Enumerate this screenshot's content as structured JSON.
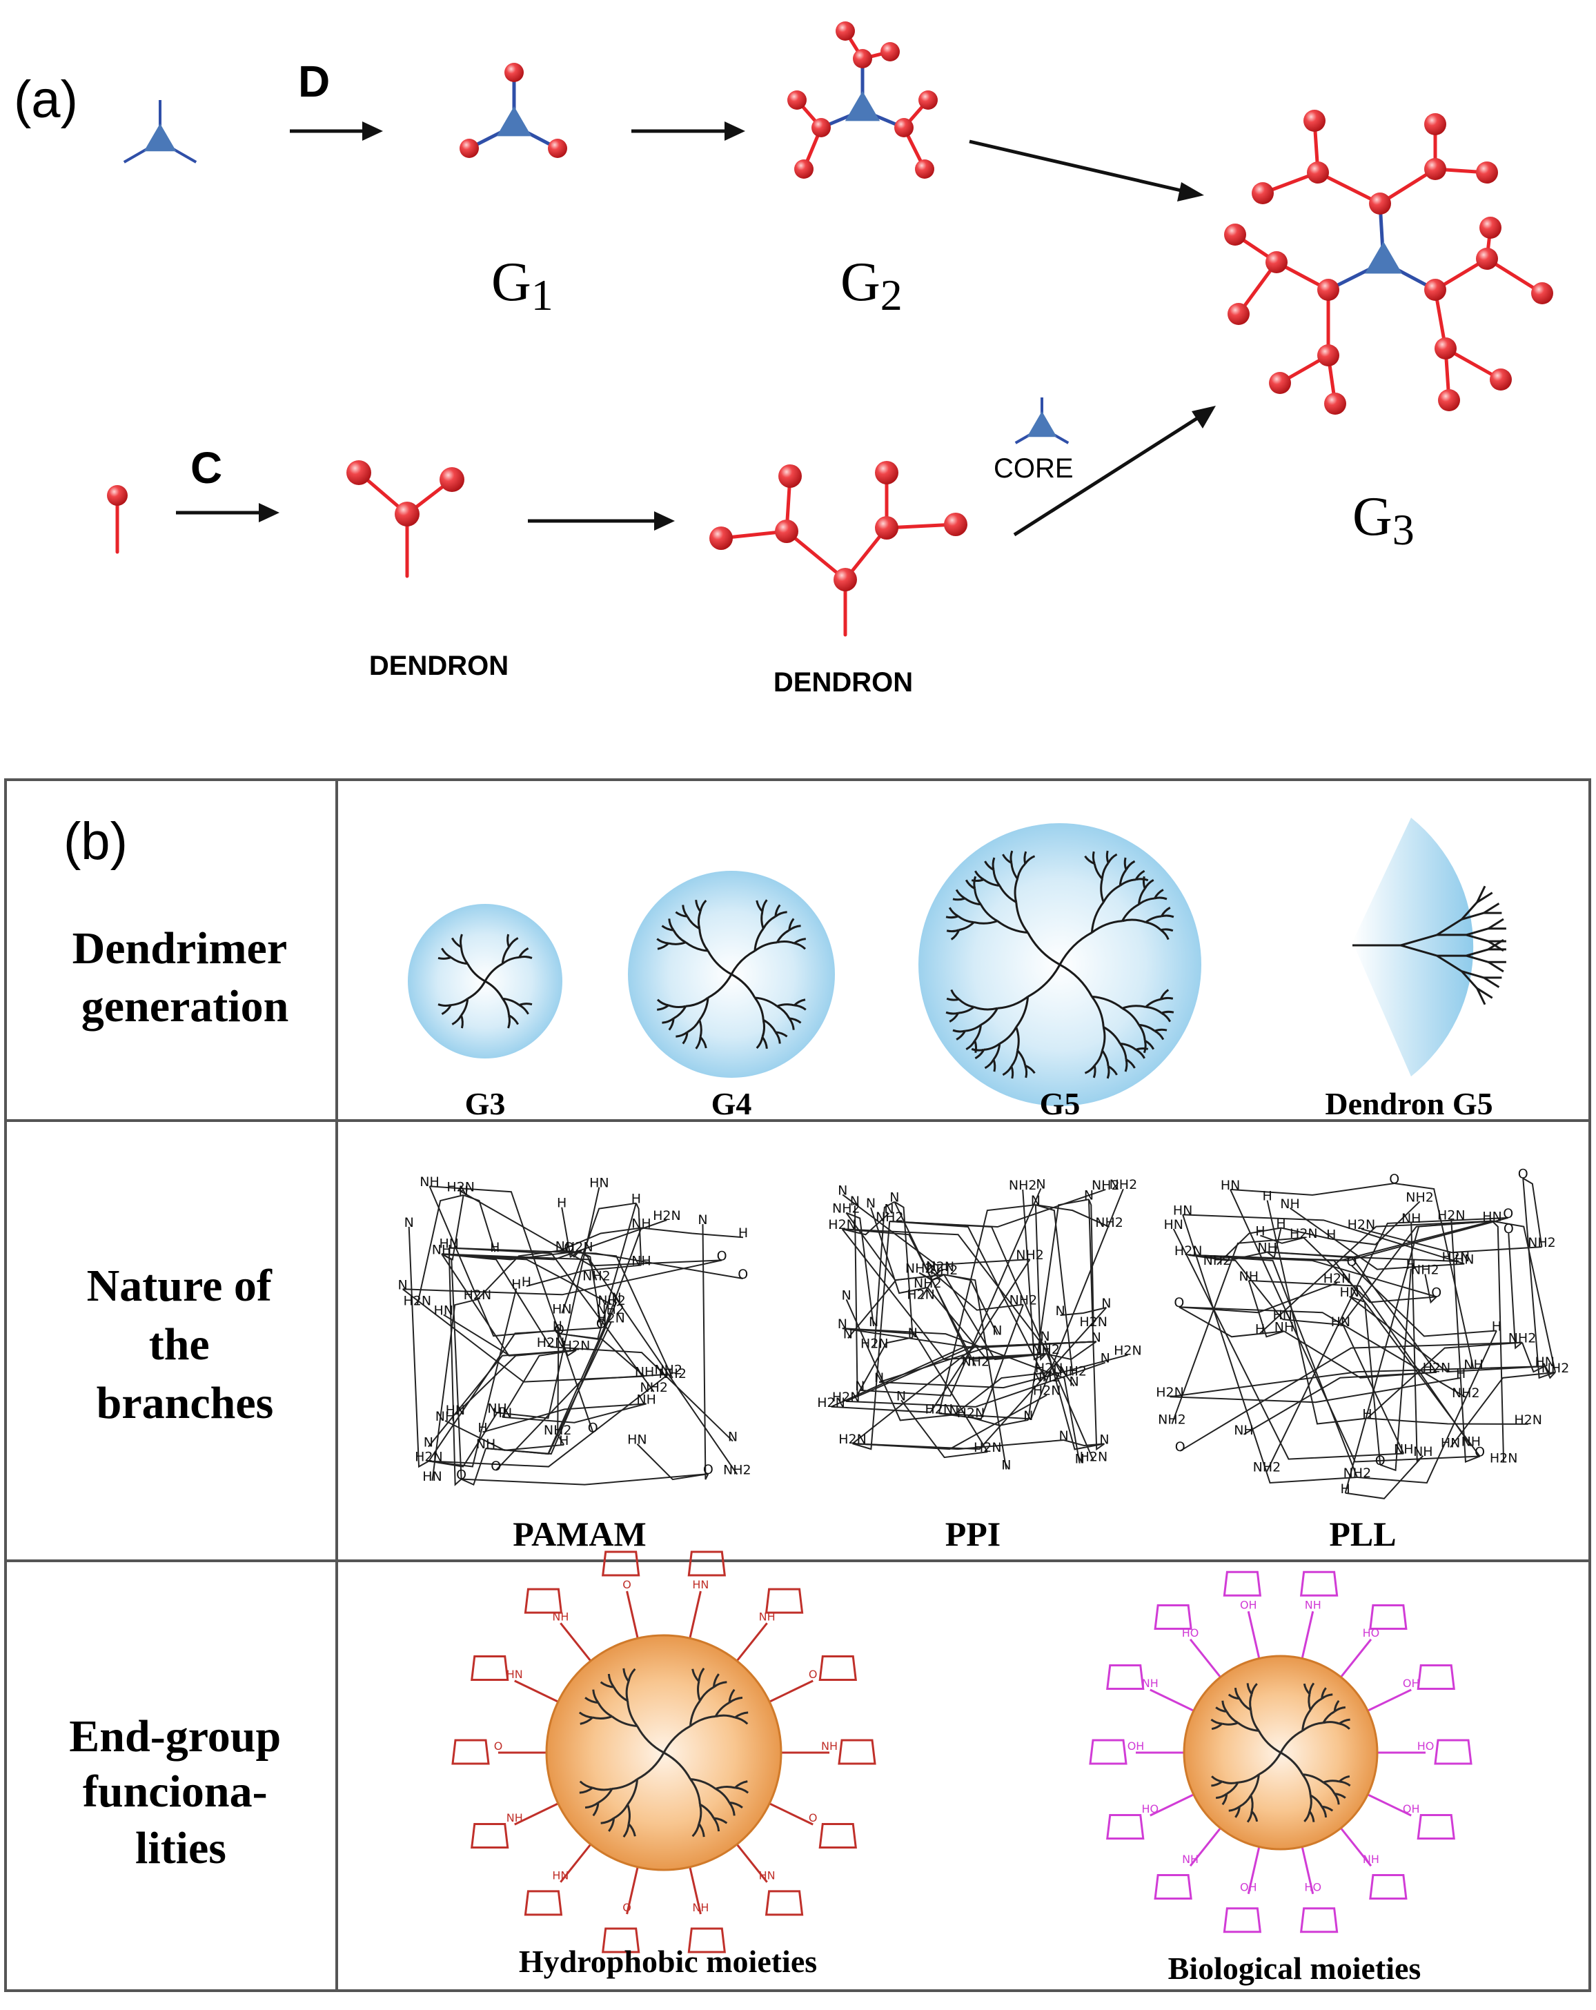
{
  "panel_a": {
    "label": "(a)",
    "divergent_label": "D",
    "convergent_label": "C",
    "generations": [
      {
        "base": "G",
        "sub": "1"
      },
      {
        "base": "G",
        "sub": "2"
      },
      {
        "base": "G",
        "sub": "3"
      }
    ],
    "core_label": "CORE",
    "dendron_labels": [
      "DENDRON",
      "DENDRON"
    ]
  },
  "panel_b": {
    "label": "(b)",
    "rows": [
      {
        "header": [
          "Dendrimer",
          "generation"
        ],
        "captions": [
          "G3",
          "G4",
          "G5",
          "Dendron G5"
        ]
      },
      {
        "header": [
          "Nature of",
          "the",
          "branches"
        ],
        "captions": [
          "PAMAM",
          "PPI",
          "PLL"
        ]
      },
      {
        "header": [
          "End-group",
          "funciona-",
          "lities"
        ],
        "captions": [
          "Hydrophobic moieties",
          "Biological moieties"
        ]
      }
    ]
  },
  "chem_labels": {
    "nh2": "NH2",
    "h2n": "H2N",
    "nh": "NH",
    "hn": "HN",
    "n": "N",
    "h": "H",
    "o": "O",
    "ho": "HO",
    "oh": "OH"
  },
  "colors": {
    "bead": "#e8242a",
    "bead_highlight": "#ffb4b4",
    "core": "#4a78b8",
    "core_line": "#2f4fa8",
    "sphere_blue": "#9fd2ee",
    "sphere_orange": "#f2a65a",
    "hydrophobic": "#c0302a",
    "biological": "#d13cd6",
    "frame": "#555555"
  }
}
